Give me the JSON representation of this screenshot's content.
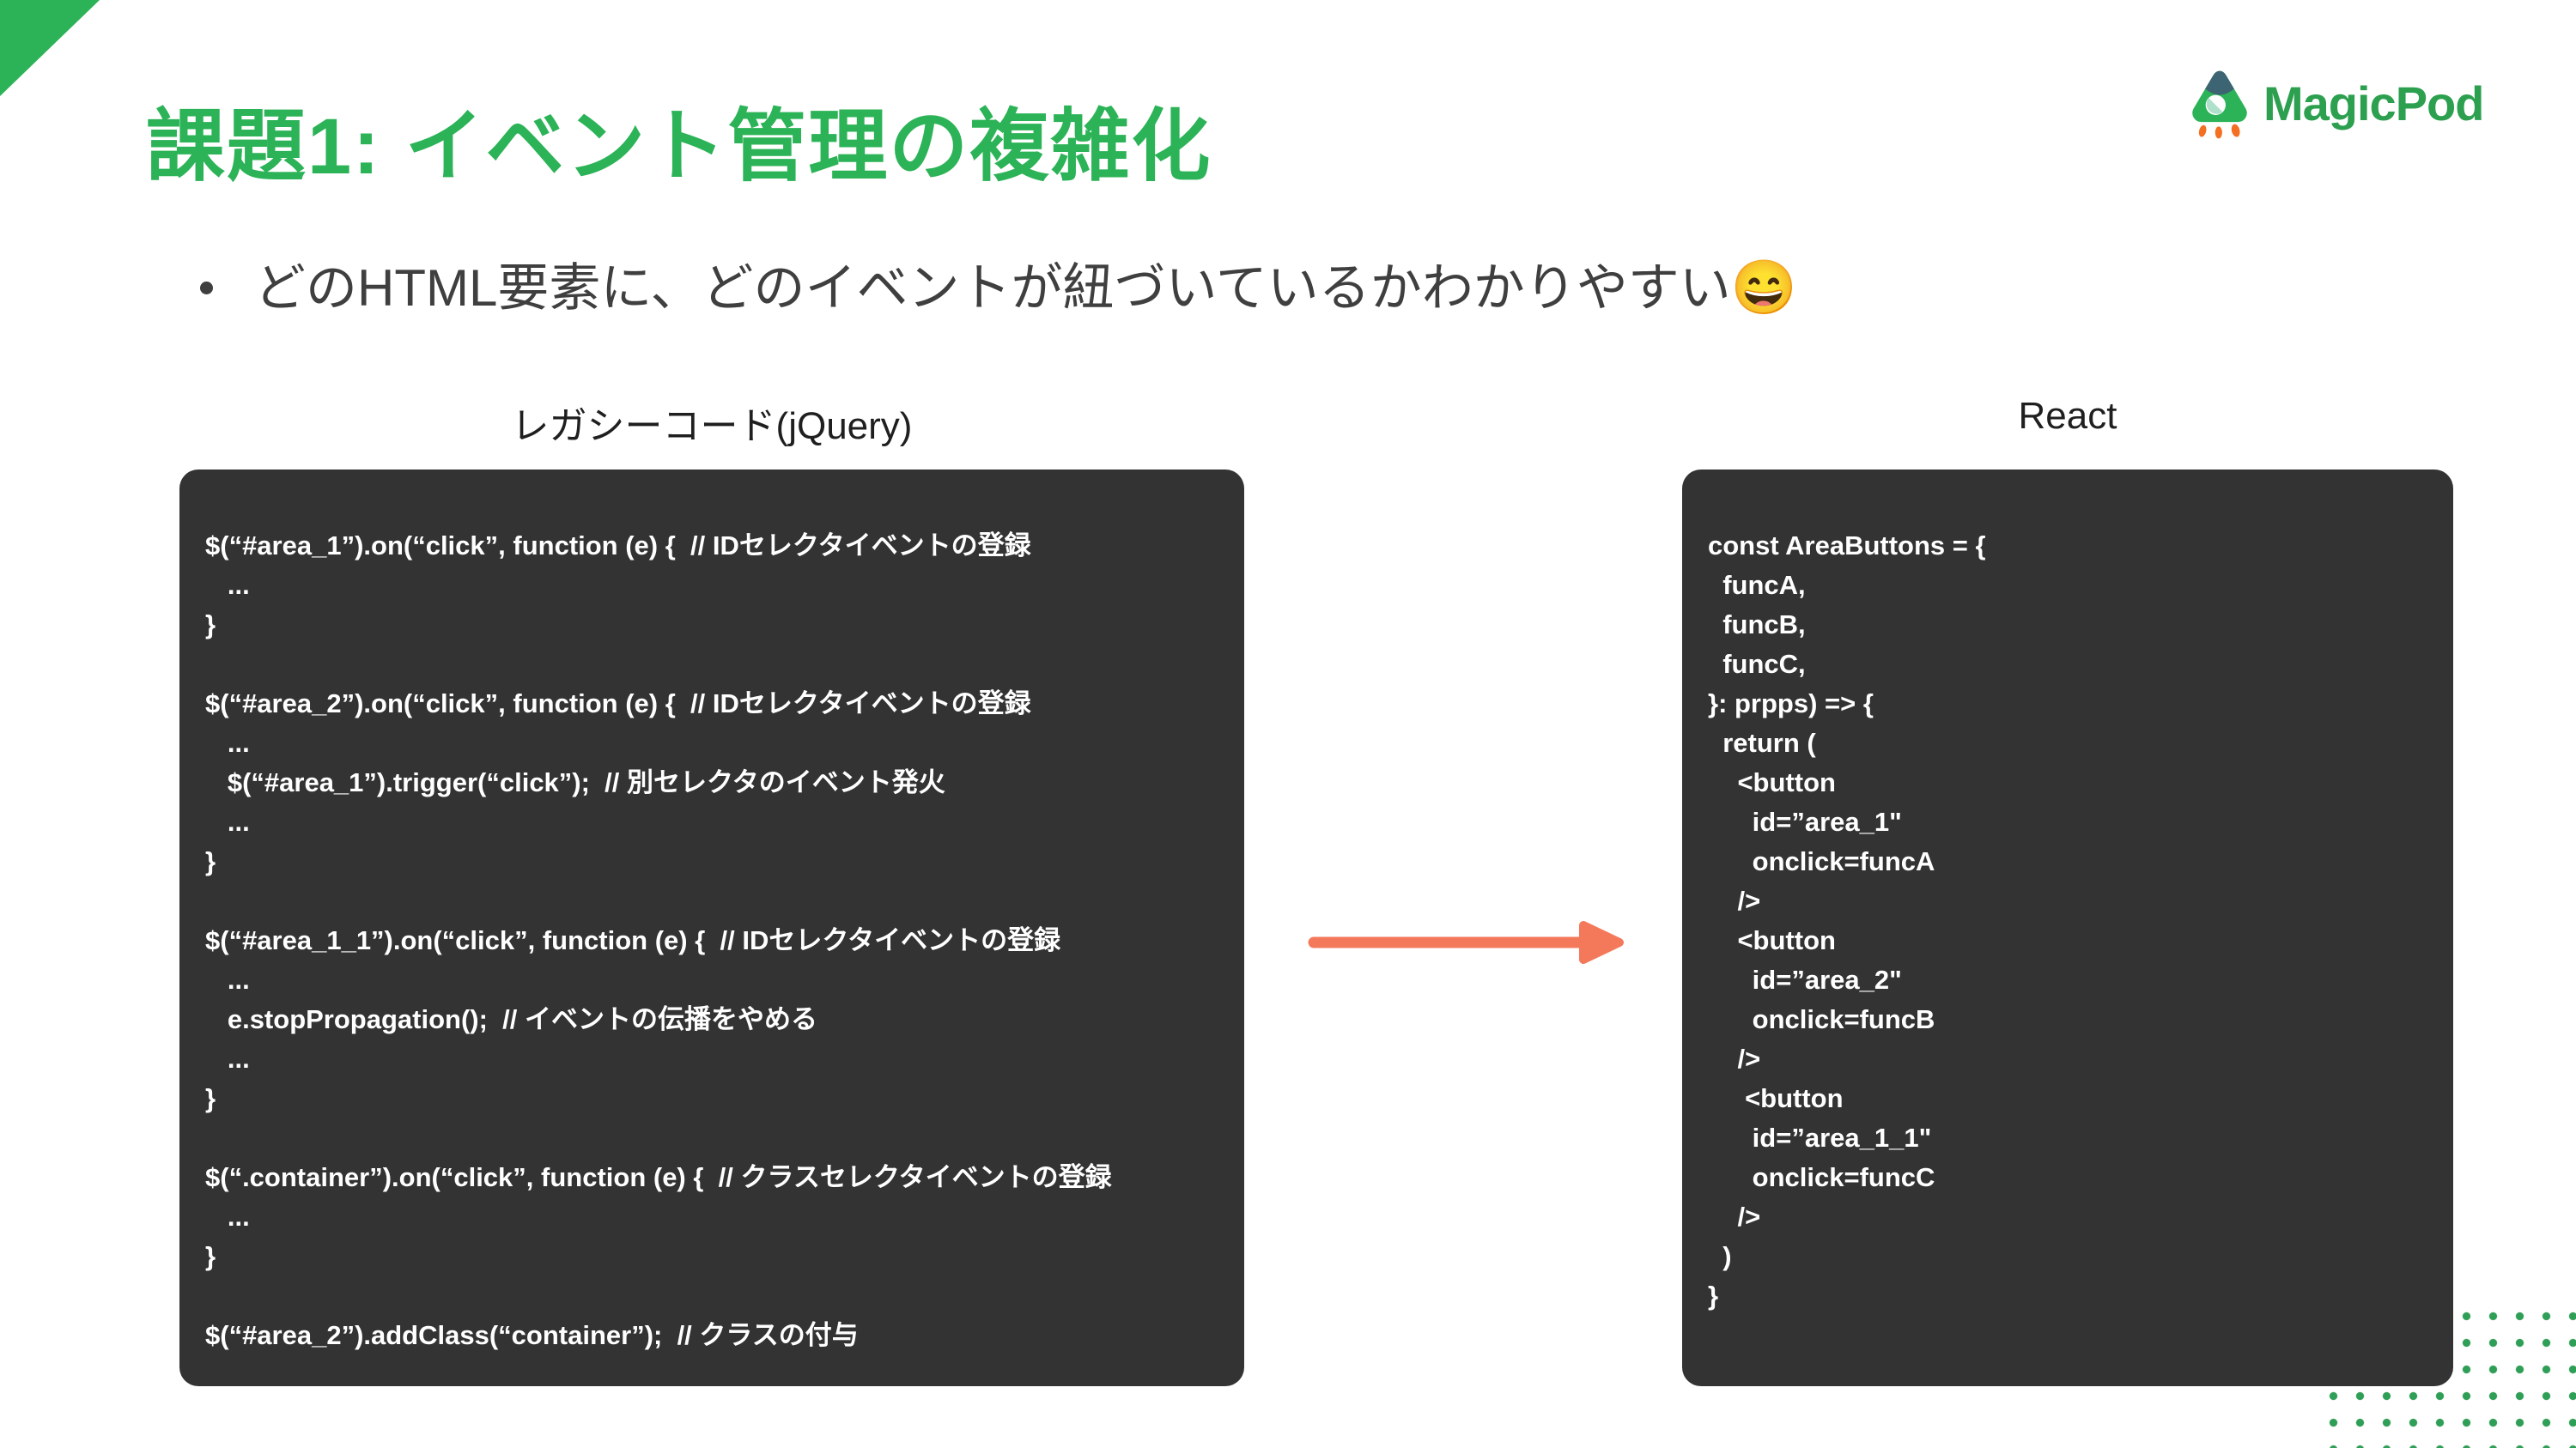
{
  "header": {
    "title": "課題1: イベント管理の複雑化"
  },
  "logo": {
    "text": "MagicPod"
  },
  "bullet": {
    "text": "どのHTML要素に、どのイベントが紐づいているかわかりやすい",
    "emoji": "😄"
  },
  "panels": {
    "left": {
      "label": "レガシーコード(jQuery)",
      "code_lines": [
        "$(“#area_1”).on(“click”, function (e) {  // IDセレクタイベントの登録",
        "   ...",
        "}",
        "",
        "$(“#area_2”).on(“click”, function (e) {  // IDセレクタイベントの登録",
        "   ...",
        "   $(“#area_1”).trigger(“click”);  // 別セレクタのイベント発火",
        "   ...",
        "}",
        "",
        "$(“#area_1_1”).on(“click”, function (e) {  // IDセレクタイベントの登録",
        "   ...",
        "   e.stopPropagation();  // イベントの伝播をやめる",
        "   ...",
        "}",
        "",
        "$(“.container”).on(“click”, function (e) {  // クラスセレクタイベントの登録",
        "   ...",
        "}",
        "",
        "$(“#area_2”).addClass(“container”);  // クラスの付与"
      ]
    },
    "right": {
      "label": "React",
      "code_lines": [
        "const AreaButtons = {",
        "  funcA,",
        "  funcB,",
        "  funcC,",
        "}: prpps) => {",
        "  return (",
        "    <button",
        "      id=”area_1\"",
        "      onclick=funcA",
        "    />",
        "    <button",
        "      id=”area_2\"",
        "      onclick=funcB",
        "    />",
        "     <button",
        "      id=”area_1_1\"",
        "      onclick=funcC",
        "    />",
        "  )",
        "}"
      ]
    }
  },
  "colors": {
    "accent_green": "#2CB357",
    "logo_green": "#2CA04F",
    "dot_green": "#2F9E56",
    "code_background": "#333333",
    "code_text": "#FFFFFF",
    "arrow_orange": "#F4795B",
    "body_text": "#3F3F3F"
  }
}
